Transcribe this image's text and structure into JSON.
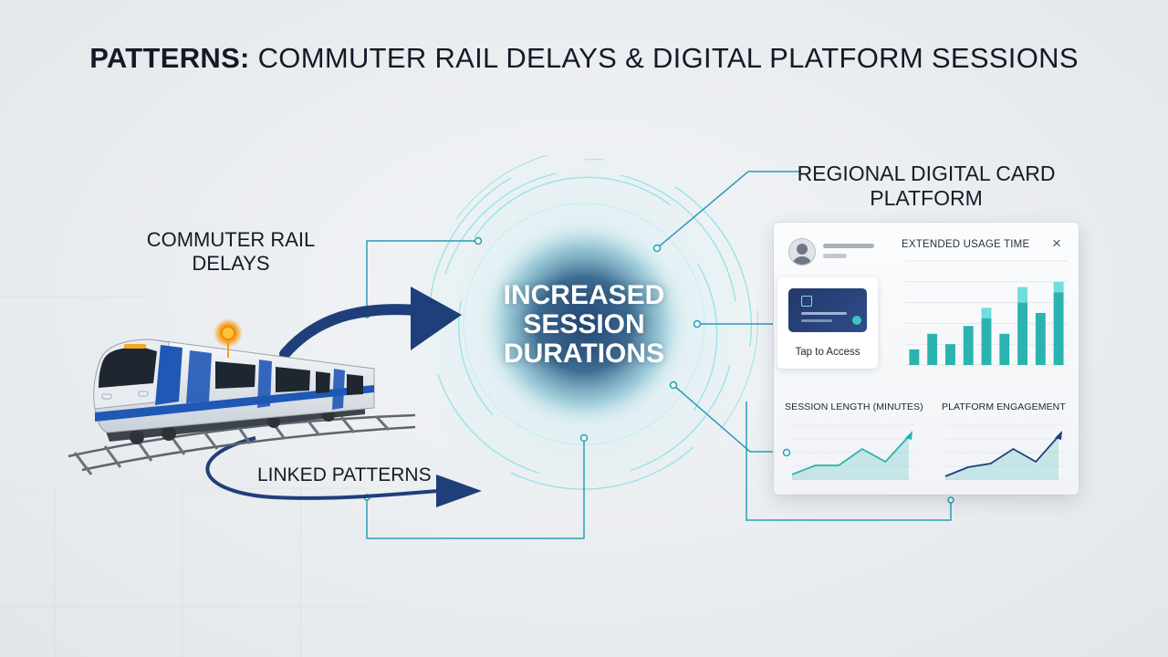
{
  "title": {
    "strong": "PATTERNS:",
    "rest": " COMMUTER RAIL DELAYS & DIGITAL PLATFORM SESSIONS"
  },
  "nodes": {
    "rail": "COMMUTER RAIL DELAYS",
    "hub": [
      "INCREASED",
      "SESSION",
      "DURATIONS"
    ],
    "platform": "REGIONAL DIGITAL CARD PLATFORM",
    "linked": "LINKED PATTERNS"
  },
  "dashboard": {
    "usage_title": "EXTENDED USAGE TIME",
    "close_label": "×",
    "tap_label": "Tap to Access",
    "session_title": "SESSION LENGTH (MINUTES)",
    "engagement_title": "PLATFORM ENGAGEMENT"
  },
  "colors": {
    "navy": "#1f3f7a",
    "teal": "#2bb3b0",
    "teal_light": "#6fdede",
    "connector": "#2a9db5",
    "orange": "#f59e1b"
  },
  "chart_data": [
    {
      "type": "bar",
      "title": "EXTENDED USAGE TIME",
      "series": [
        {
          "values": [
            30,
            60,
            40,
            75,
            90,
            60,
            120,
            100,
            140
          ]
        },
        {
          "values": [
            0,
            0,
            0,
            0,
            20,
            0,
            30,
            0,
            20
          ]
        }
      ],
      "ylim": [
        0,
        200
      ],
      "grid": true
    },
    {
      "type": "area",
      "title": "SESSION LENGTH (MINUTES)",
      "x": [
        0,
        1,
        2,
        3,
        4,
        5
      ],
      "values": [
        3,
        8,
        8,
        17,
        10,
        24
      ],
      "ylim": [
        0,
        30
      ]
    },
    {
      "type": "area",
      "title": "PLATFORM ENGAGEMENT",
      "x": [
        0,
        1,
        2,
        3,
        4,
        5
      ],
      "values": [
        2,
        7,
        9,
        17,
        10,
        24
      ],
      "ylim": [
        0,
        30
      ]
    }
  ]
}
